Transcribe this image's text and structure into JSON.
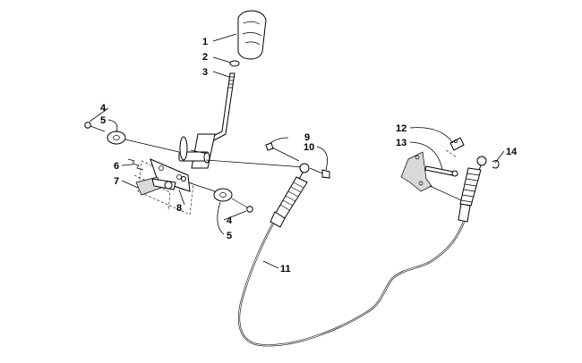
{
  "callouts": {
    "c1": "1",
    "c2": "2",
    "c3": "3",
    "c4a": "4",
    "c5a": "5",
    "c6": "6",
    "c7": "7",
    "c8": "8",
    "c4b": "4",
    "c5b": "5",
    "c9": "9",
    "c10": "10",
    "c11": "11",
    "c12": "12",
    "c13": "13",
    "c14": "14"
  }
}
